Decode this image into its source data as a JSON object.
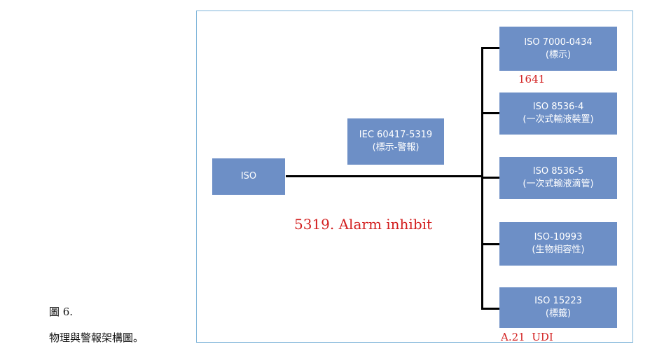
{
  "caption": {
    "figure_number": "圖 6.",
    "title": "物理與警報架構圖。"
  },
  "diagram": {
    "root": {
      "label": "ISO"
    },
    "side_node": {
      "line1": "IEC 60417-5319",
      "line2": "(標示-警報)"
    },
    "children": [
      {
        "line1": "ISO 7000-0434",
        "line2": "(標示)"
      },
      {
        "line1": "ISO 8536-4",
        "line2": "(一次式輸液裝置)"
      },
      {
        "line1": "ISO 8536-5",
        "line2": "(一次式輸液滴管)"
      },
      {
        "line1": "ISO-10993",
        "line2": "(生物相容性)"
      },
      {
        "line1": "ISO 15223",
        "line2": "(標籤)"
      }
    ]
  },
  "annotations": {
    "note_1641": "1641",
    "alarm_note": "5319. Alarm inhibit",
    "udi_note": "A.21  UDI"
  },
  "colors": {
    "box_fill": "#6d8fc6",
    "annotation_red": "#d32020",
    "frame_border": "#7fb5d9"
  }
}
